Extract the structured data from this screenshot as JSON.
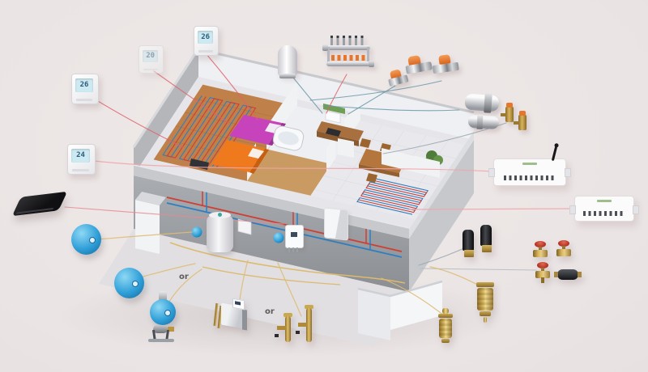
{
  "scene": {
    "background": "#ece7e6"
  },
  "labels": {
    "or_1": "or",
    "or_2": "or"
  },
  "thermostats": [
    {
      "name": "wall-thermostat-bedroom",
      "reading": "26"
    },
    {
      "name": "wall-thermostat-faded",
      "reading": "20"
    },
    {
      "name": "wall-thermostat-upper",
      "reading": "26"
    },
    {
      "name": "wall-thermostat-living",
      "reading": "24"
    }
  ],
  "equipment": [
    "radiator-thermostatic-head",
    "underfloor-heating-manifold",
    "thermostatic-radiator-valves-pair",
    "thermostatic-radiator-valve-single",
    "chrome-pump-valve",
    "chrome-pipe-union",
    "mini-brass-valves-pair",
    "wiring-center-with-antenna",
    "wiring-center",
    "thermoelectric-actuators",
    "ball-valves-red-handle",
    "zone-ball-valve-black",
    "dirt-separator-brass",
    "air-separator-brass",
    "boiler-connection-valves-brass",
    "condensing-boiler",
    "pump-mixing-unit-blue",
    "expansion-tank-blue-large",
    "expansion-tank-blue-small",
    "smart-gateway-black",
    "hot-water-cylinder",
    "wall-hung-boiler",
    "utility-cabinet",
    "house-cutaway-isometric"
  ],
  "colors": {
    "background": "#ece7e6",
    "pipe_hot": "#cf3f34",
    "pipe_cold": "#2e7fc2",
    "tank_blue": "#2f9fd8",
    "brass": "#bf9a43",
    "valve_cap_orange": "#e8762a",
    "leader_red": "#e2606a",
    "leader_pink": "#f0a6ab",
    "leader_teal": "#6b98a8",
    "leader_yellow": "#dfbc74",
    "lcd_blue": "#cde9f2",
    "lcd_green": "#cdeee3",
    "bed_pink": "#c643bb",
    "bed_orange": "#ef7a1e",
    "wall_gray": "#a7aaae",
    "floor_wood": "#c08049"
  }
}
